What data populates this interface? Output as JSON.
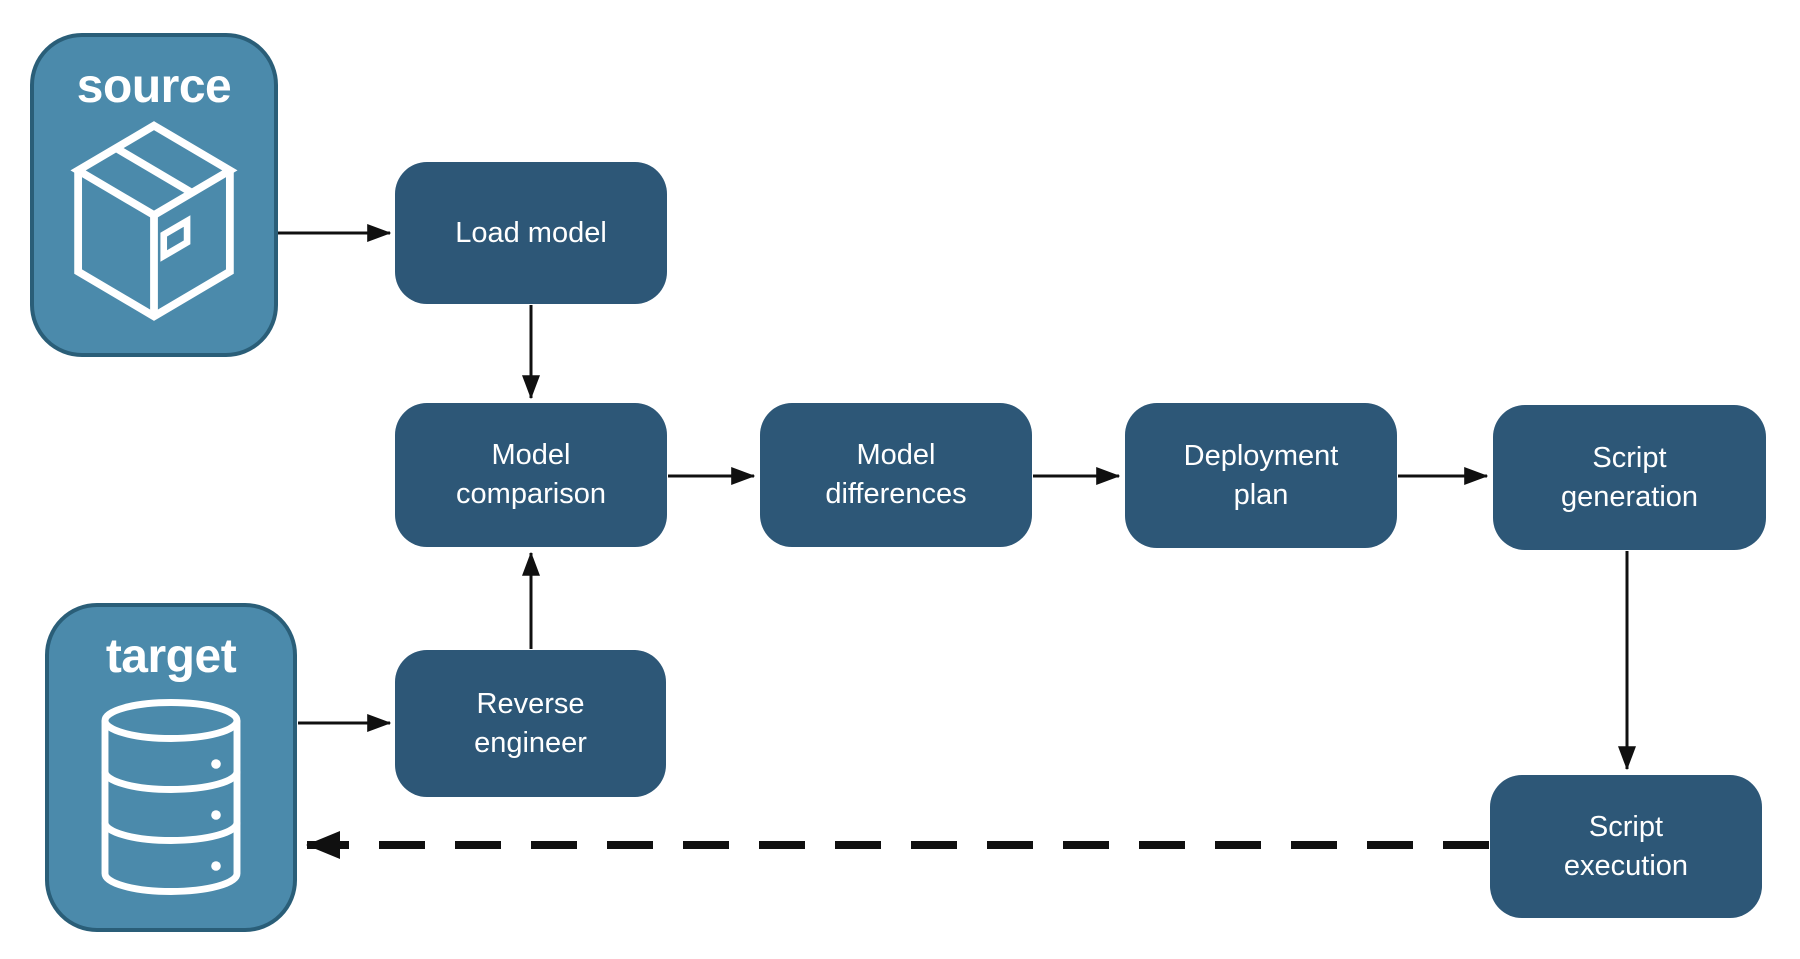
{
  "diagram": {
    "background": "#ffffff",
    "node_fill_dark": "#2d5777",
    "node_fill_light": "#4b8aab",
    "node_border_light": "#2a5e78",
    "arrow_color": "#101010",
    "text_color": "#ffffff"
  },
  "nodes": {
    "source": {
      "label": "source",
      "icon": "package-icon"
    },
    "target": {
      "label": "target",
      "icon": "database-icon"
    },
    "load_model": {
      "label": "Load model"
    },
    "model_comparison": {
      "label": "Model\ncomparison"
    },
    "model_differences": {
      "label": "Model\ndifferences"
    },
    "deployment_plan": {
      "label": "Deployment\nplan"
    },
    "script_generation": {
      "label": "Script\ngeneration"
    },
    "reverse_engineer": {
      "label": "Reverse\nengineer"
    },
    "script_execution": {
      "label": "Script\nexecution"
    }
  },
  "edges": [
    {
      "from": "source",
      "to": "load_model",
      "style": "solid"
    },
    {
      "from": "load_model",
      "to": "model_comparison",
      "style": "solid"
    },
    {
      "from": "model_comparison",
      "to": "model_differences",
      "style": "solid"
    },
    {
      "from": "model_differences",
      "to": "deployment_plan",
      "style": "solid"
    },
    {
      "from": "deployment_plan",
      "to": "script_generation",
      "style": "solid"
    },
    {
      "from": "script_generation",
      "to": "script_execution",
      "style": "solid"
    },
    {
      "from": "target",
      "to": "reverse_engineer",
      "style": "solid"
    },
    {
      "from": "reverse_engineer",
      "to": "model_comparison",
      "style": "solid"
    },
    {
      "from": "script_execution",
      "to": "target",
      "style": "dashed"
    }
  ]
}
